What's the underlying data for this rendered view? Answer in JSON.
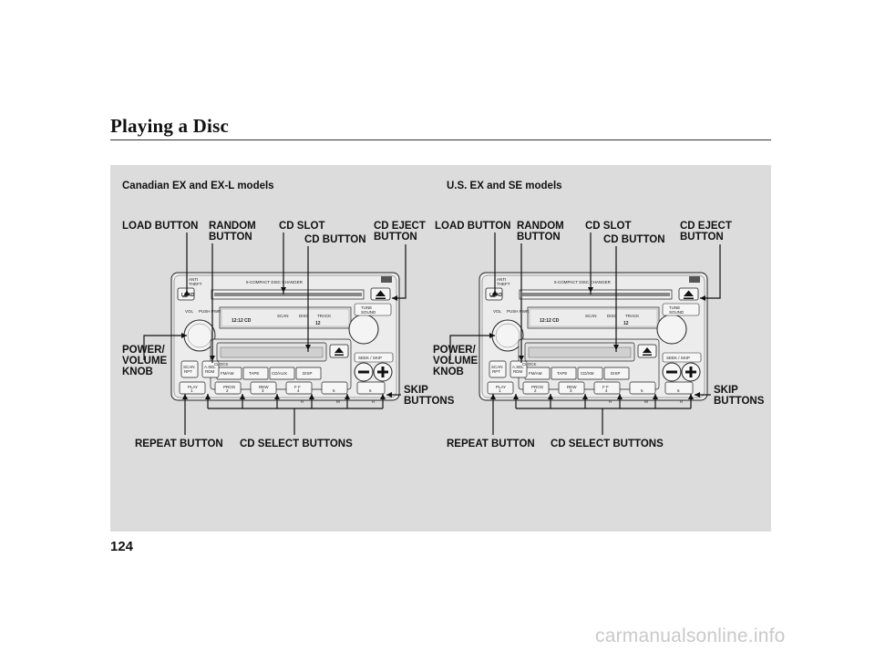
{
  "page": {
    "title": "Playing a Disc",
    "number": "124",
    "watermark": "carmanualsonline.info"
  },
  "left": {
    "subtitle": "Canadian EX and EX-L models",
    "labels": {
      "load": "LOAD BUTTON",
      "random": "RANDOM\nBUTTON",
      "cd_slot": "CD SLOT",
      "cd_button": "CD BUTTON",
      "cd_eject": "CD EJECT\nBUTTON",
      "power": "POWER/\nVOLUME\nKNOB",
      "skip": "SKIP\nBUTTONS",
      "repeat": "REPEAT BUTTON",
      "cd_select": "CD SELECT BUTTONS"
    },
    "unit": {
      "header": "6-COMPACT DISC CHANGER",
      "mode_btn": "CD/AUX",
      "display_text": "12:12 CD",
      "track": "12"
    }
  },
  "right": {
    "subtitle": "U.S. EX and SE models",
    "labels": {
      "load": "LOAD BUTTON",
      "random": "RANDOM\nBUTTON",
      "cd_slot": "CD SLOT",
      "cd_button": "CD BUTTON",
      "cd_eject": "CD EJECT\nBUTTON",
      "power": "POWER/\nVOLUME\nKNOB",
      "skip": "SKIP\nBUTTONS",
      "repeat": "REPEAT BUTTON",
      "cd_select": "CD SELECT BUTTONS"
    },
    "unit": {
      "header": "6-COMPACT DISC CHANGER",
      "mode_btn": "CD/XM",
      "display_text": "12:12 CD",
      "track": "12"
    }
  },
  "radio_common": {
    "anti_theft": "ANTI\nTHEFT",
    "load": "LOAD",
    "vol": "VOL PUSH PWR",
    "scan_label": "SCAN",
    "disc_label": "DISC",
    "track_label": "TRACK",
    "tune": "TUNE",
    "sound": "SOUND",
    "seek": "SEEK / SKIP",
    "scan": "SCAN",
    "rpt": "RPT",
    "asel": "A.SEL",
    "rdm": "RDM",
    "clock": "CLOCK",
    "fm": "FM/AM",
    "tape": "TAPE",
    "disp": "DISP",
    "presets": [
      "PLAY\n1",
      "PROG\n2",
      "REW\n3",
      "F F\n4",
      "5",
      "6"
    ],
    "hmr": [
      "H",
      "M",
      "R"
    ]
  }
}
